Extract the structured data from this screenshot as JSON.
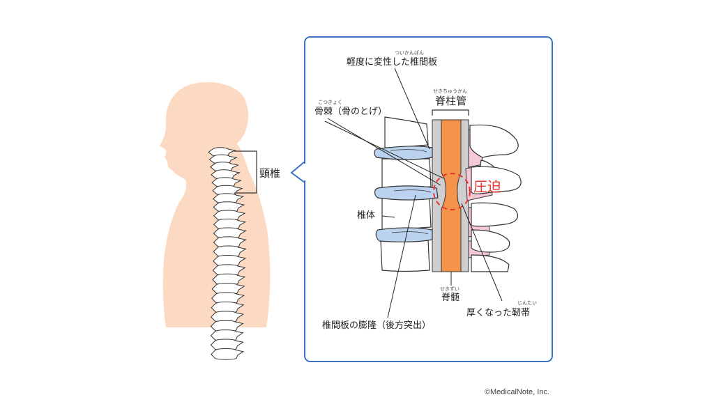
{
  "labels": {
    "neck_label": "頸椎",
    "disc_degenerated": "軽度に変性した椎間板",
    "disc_degenerated_ruby": "ついかんばん",
    "spinal_canal": "脊柱管",
    "spinal_canal_ruby": "せきちゅうかん",
    "osteophyte": "骨棘（骨のとげ）",
    "osteophyte_ruby": "こつきょく",
    "compression": "圧迫",
    "vertebral_body": "椎体",
    "spinal_cord": "脊髄",
    "spinal_cord_ruby": "せきずい",
    "ligament": "厚くなった靭帯",
    "ligament_ruby": "じんたい",
    "disc_bulge": "椎間板の膨隆（後方突出）"
  },
  "credit": "©MedicalNote, Inc.",
  "colors": {
    "skin": "#fbd9c2",
    "bone": "#ffffff",
    "disc": "#bcd3ef",
    "cord": "#f4934a",
    "canal": "#cfcfcf",
    "ligament": "#f7c9d6",
    "frame": "#3a72c4",
    "compression": "#e8332f"
  }
}
